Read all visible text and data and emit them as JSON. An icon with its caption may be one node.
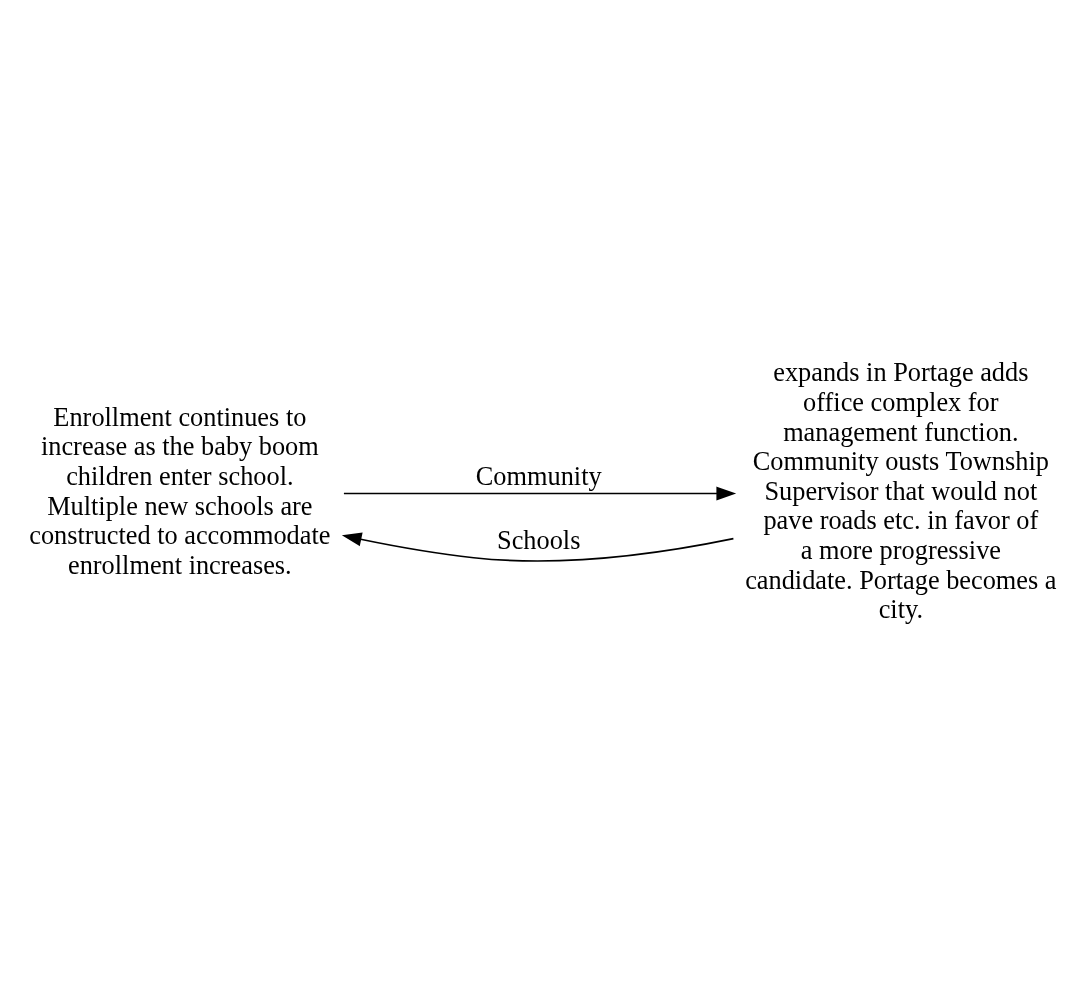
{
  "diagram": {
    "nodes": [
      {
        "text": [
          "Enrollment continues to increase as the baby boom children enter school. Multiple new schools are constructed to accommodate enrollment increases."
        ]
      },
      {
        "text": [
          "expands in Portage adds office complex for management function. Community ousts Township Supervisor that would not pave roads etc. in favor of a more progressive candidate. Portage becomes a city."
        ]
      }
    ],
    "edges": [
      {
        "from": 0,
        "to": 1,
        "arrow": "to",
        "label": "Community"
      },
      {
        "from": 1,
        "to": 0,
        "arrow": "to",
        "label": "Schools"
      }
    ]
  }
}
